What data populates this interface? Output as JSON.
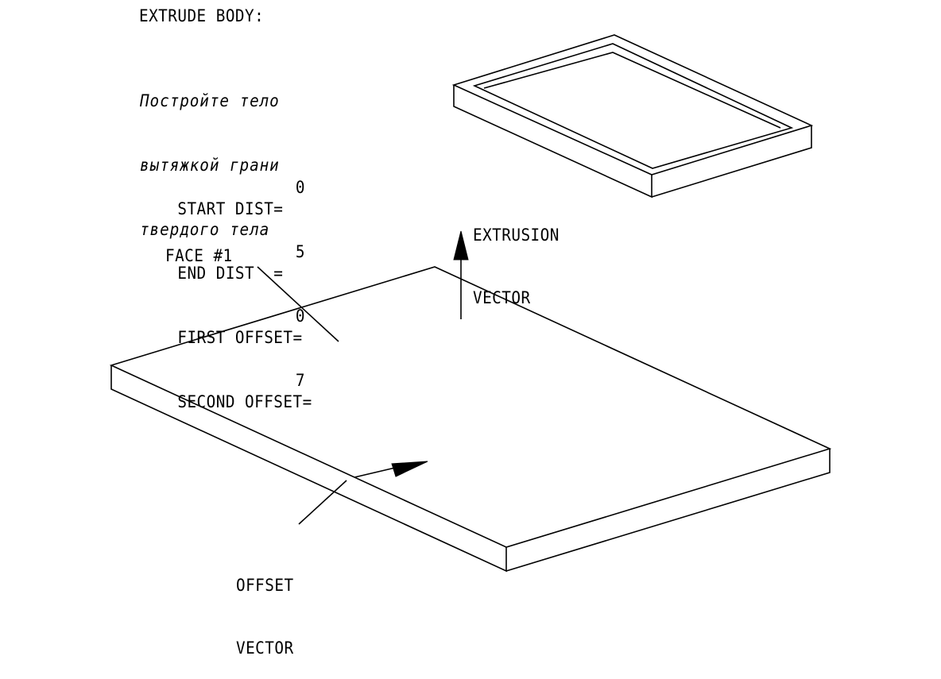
{
  "title": "EXTRUDE BODY:",
  "description_lines": [
    "Постройте тело",
    "вытяжкой грани",
    "твердого тела"
  ],
  "params": [
    {
      "label": "START DIST=",
      "value": "0"
    },
    {
      "label": "END DIST  =",
      "value": "5"
    },
    {
      "label": "FIRST OFFSET=",
      "value": "0"
    },
    {
      "label": "SECOND OFFSET=",
      "value": "7"
    }
  ],
  "labels": {
    "face": "FACE #1",
    "extrusion_line1": "EXTRUSION",
    "extrusion_line2": "VECTOR",
    "offset_line1": "OFFSET",
    "offset_line2": "VECTOR"
  },
  "colors": {
    "ink": "#000000",
    "background": "#ffffff"
  }
}
